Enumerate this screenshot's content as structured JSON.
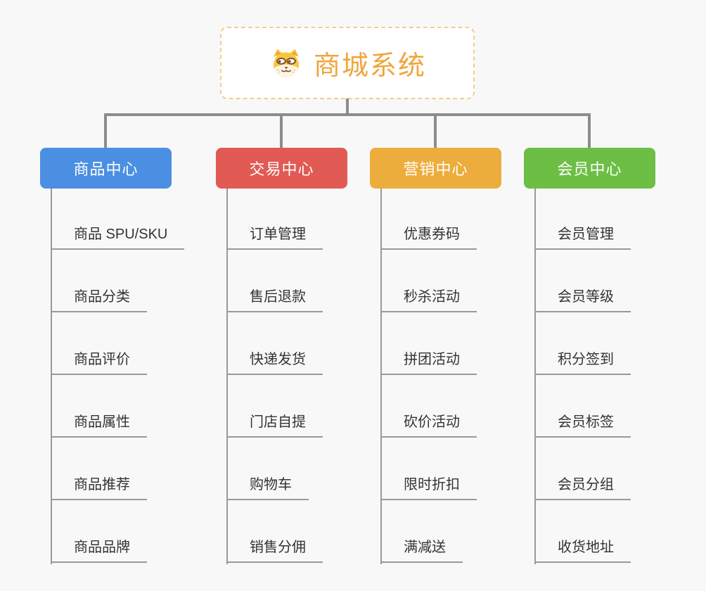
{
  "root": {
    "label": "商城系统",
    "icon": "dog-face-icon",
    "text_color": "#f0a53d",
    "border_color": "#f6cd8f"
  },
  "branches": [
    {
      "label": "商品中心",
      "color": "#4b8fe2",
      "items": [
        "商品 SPU/SKU",
        "商品分类",
        "商品评价",
        "商品属性",
        "商品推荐",
        "商品品牌"
      ]
    },
    {
      "label": "交易中心",
      "color": "#e25a54",
      "items": [
        "订单管理",
        "售后退款",
        "快递发货",
        "门店自提",
        "购物车",
        "销售分佣"
      ]
    },
    {
      "label": "营销中心",
      "color": "#edad3c",
      "items": [
        "优惠券码",
        "秒杀活动",
        "拼团活动",
        "砍价活动",
        "限时折扣",
        "满减送"
      ]
    },
    {
      "label": "会员中心",
      "color": "#6cbe45",
      "items": [
        "会员管理",
        "会员等级",
        "积分签到",
        "会员标签",
        "会员分组",
        "收货地址"
      ]
    }
  ],
  "colors": {
    "background": "#f8f8f8",
    "trunk_connector": "#8c8c8c",
    "leaf_connector": "#999999",
    "leaf_text": "#333333",
    "node_text": "#ffffff"
  }
}
